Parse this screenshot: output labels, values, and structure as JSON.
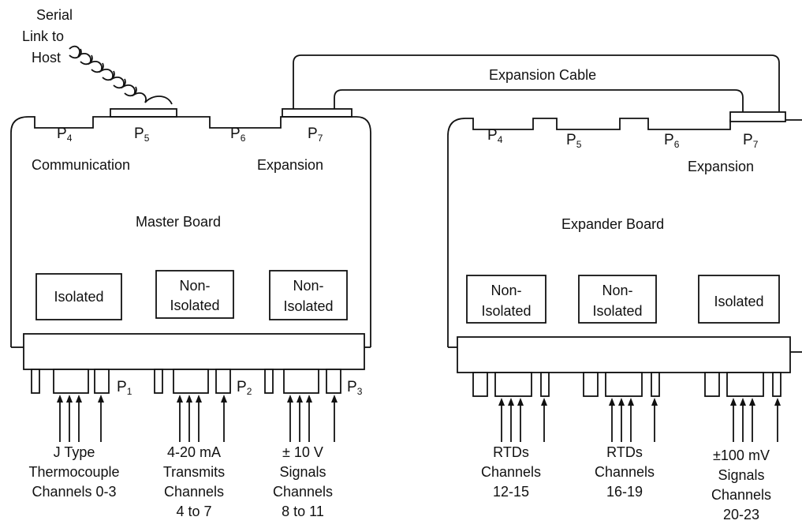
{
  "serial_link": [
    "Serial",
    "Link to",
    "Host"
  ],
  "expansion_cable": "Expansion Cable",
  "master": {
    "title": "Master Board",
    "ports": [
      {
        "p": "P",
        "n": "4"
      },
      {
        "p": "P",
        "n": "5"
      },
      {
        "p": "P",
        "n": "6"
      },
      {
        "p": "P",
        "n": "7"
      }
    ],
    "communication": "Communication",
    "expansion": "Expansion",
    "modules": [
      [
        "Isolated"
      ],
      [
        "Non-",
        "Isolated"
      ],
      [
        "Non-",
        "Isolated"
      ]
    ],
    "bottom_ports": [
      {
        "p": "P",
        "n": "1"
      },
      {
        "p": "P",
        "n": "2"
      },
      {
        "p": "P",
        "n": "3"
      }
    ],
    "inputs": [
      [
        "J Type",
        "Thermocouple",
        "Channels 0-3"
      ],
      [
        "4-20 mA",
        "Transmits",
        "Channels",
        "4 to 7"
      ],
      [
        "± 10 V",
        "Signals",
        "Channels",
        "8 to 11"
      ]
    ]
  },
  "expander": {
    "title": "Expander Board",
    "ports": [
      {
        "p": "P",
        "n": "4"
      },
      {
        "p": "P",
        "n": "5"
      },
      {
        "p": "P",
        "n": "6"
      },
      {
        "p": "P",
        "n": "7"
      }
    ],
    "expansion": "Expansion",
    "modules": [
      [
        "Non-",
        "Isolated"
      ],
      [
        "Non-",
        "Isolated"
      ],
      [
        "Isolated"
      ]
    ],
    "inputs": [
      [
        "RTDs",
        "Channels",
        "12-15"
      ],
      [
        "RTDs",
        "Channels",
        "16-19"
      ],
      [
        "±100 mV",
        "Signals",
        "Channels",
        "20-23"
      ]
    ]
  }
}
